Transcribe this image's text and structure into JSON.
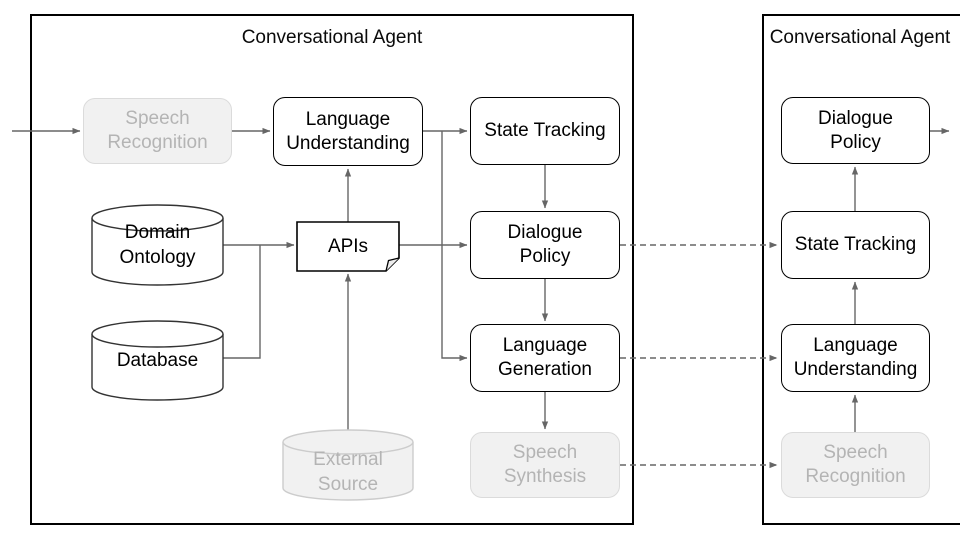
{
  "left": {
    "title": "Conversational Agent",
    "nodes": {
      "speech_recognition": {
        "label": "Speech\nRecognition",
        "shape": "rounded-box",
        "state": "grayed"
      },
      "language_understanding": {
        "label": "Language\nUnderstanding",
        "shape": "rounded-box",
        "state": "normal"
      },
      "state_tracking": {
        "label": "State Tracking",
        "shape": "rounded-box",
        "state": "normal"
      },
      "dialogue_policy": {
        "label": "Dialogue\nPolicy",
        "shape": "rounded-box",
        "state": "normal"
      },
      "language_generation": {
        "label": "Language\nGeneration",
        "shape": "rounded-box",
        "state": "normal"
      },
      "speech_synthesis": {
        "label": "Speech\nSynthesis",
        "shape": "rounded-box",
        "state": "grayed"
      },
      "domain_ontology": {
        "label": "Domain\nOntology",
        "shape": "cylinder",
        "state": "normal"
      },
      "database": {
        "label": "Database",
        "shape": "cylinder",
        "state": "normal"
      },
      "external_source": {
        "label": "External\nSource",
        "shape": "cylinder",
        "state": "grayed"
      },
      "apis": {
        "label": "APIs",
        "shape": "document",
        "state": "normal"
      }
    }
  },
  "right": {
    "title": "Conversational Agent",
    "nodes": {
      "dialogue_policy": {
        "label": "Dialogue\nPolicy",
        "shape": "rounded-box",
        "state": "normal"
      },
      "state_tracking": {
        "label": "State Tracking",
        "shape": "rounded-box",
        "state": "normal"
      },
      "language_understanding": {
        "label": "Language\nUnderstanding",
        "shape": "rounded-box",
        "state": "normal"
      },
      "speech_recognition": {
        "label": "Speech\nRecognition",
        "shape": "rounded-box",
        "state": "grayed"
      }
    }
  },
  "edges": [
    {
      "from": "external-input",
      "to": "left.speech_recognition",
      "style": "solid"
    },
    {
      "from": "left.speech_recognition",
      "to": "left.language_understanding",
      "style": "solid"
    },
    {
      "from": "left.language_understanding",
      "to": "left.state_tracking",
      "style": "solid"
    },
    {
      "from": "left.language_understanding",
      "to": "left.language_generation",
      "style": "solid"
    },
    {
      "from": "left.state_tracking",
      "to": "left.dialogue_policy",
      "style": "solid"
    },
    {
      "from": "left.dialogue_policy",
      "to": "left.language_generation",
      "style": "solid"
    },
    {
      "from": "left.language_generation",
      "to": "left.speech_synthesis",
      "style": "solid"
    },
    {
      "from": "left.domain_ontology",
      "to": "left.apis",
      "style": "solid"
    },
    {
      "from": "left.database",
      "to": "left.apis",
      "style": "solid"
    },
    {
      "from": "left.external_source",
      "to": "left.apis",
      "style": "solid"
    },
    {
      "from": "left.apis",
      "to": "left.language_understanding",
      "style": "solid"
    },
    {
      "from": "left.apis",
      "to": "left.dialogue_policy",
      "style": "solid"
    },
    {
      "from": "left.dialogue_policy",
      "to": "right.state_tracking",
      "style": "dashed"
    },
    {
      "from": "left.language_generation",
      "to": "right.language_understanding",
      "style": "dashed"
    },
    {
      "from": "left.speech_synthesis",
      "to": "right.speech_recognition",
      "style": "dashed"
    },
    {
      "from": "right.speech_recognition",
      "to": "right.language_understanding",
      "style": "solid"
    },
    {
      "from": "right.language_understanding",
      "to": "right.state_tracking",
      "style": "solid"
    },
    {
      "from": "right.state_tracking",
      "to": "right.dialogue_policy",
      "style": "solid"
    },
    {
      "from": "right.dialogue_policy",
      "to": "external-output",
      "style": "solid"
    }
  ],
  "colors": {
    "background": "#ffffff",
    "panel_border": "#000000",
    "node_border": "#000000",
    "connector": "#666666",
    "grayed_fill": "#f1f1f1",
    "grayed_border": "#dbdbdb",
    "grayed_text": "#b4b4b4"
  }
}
